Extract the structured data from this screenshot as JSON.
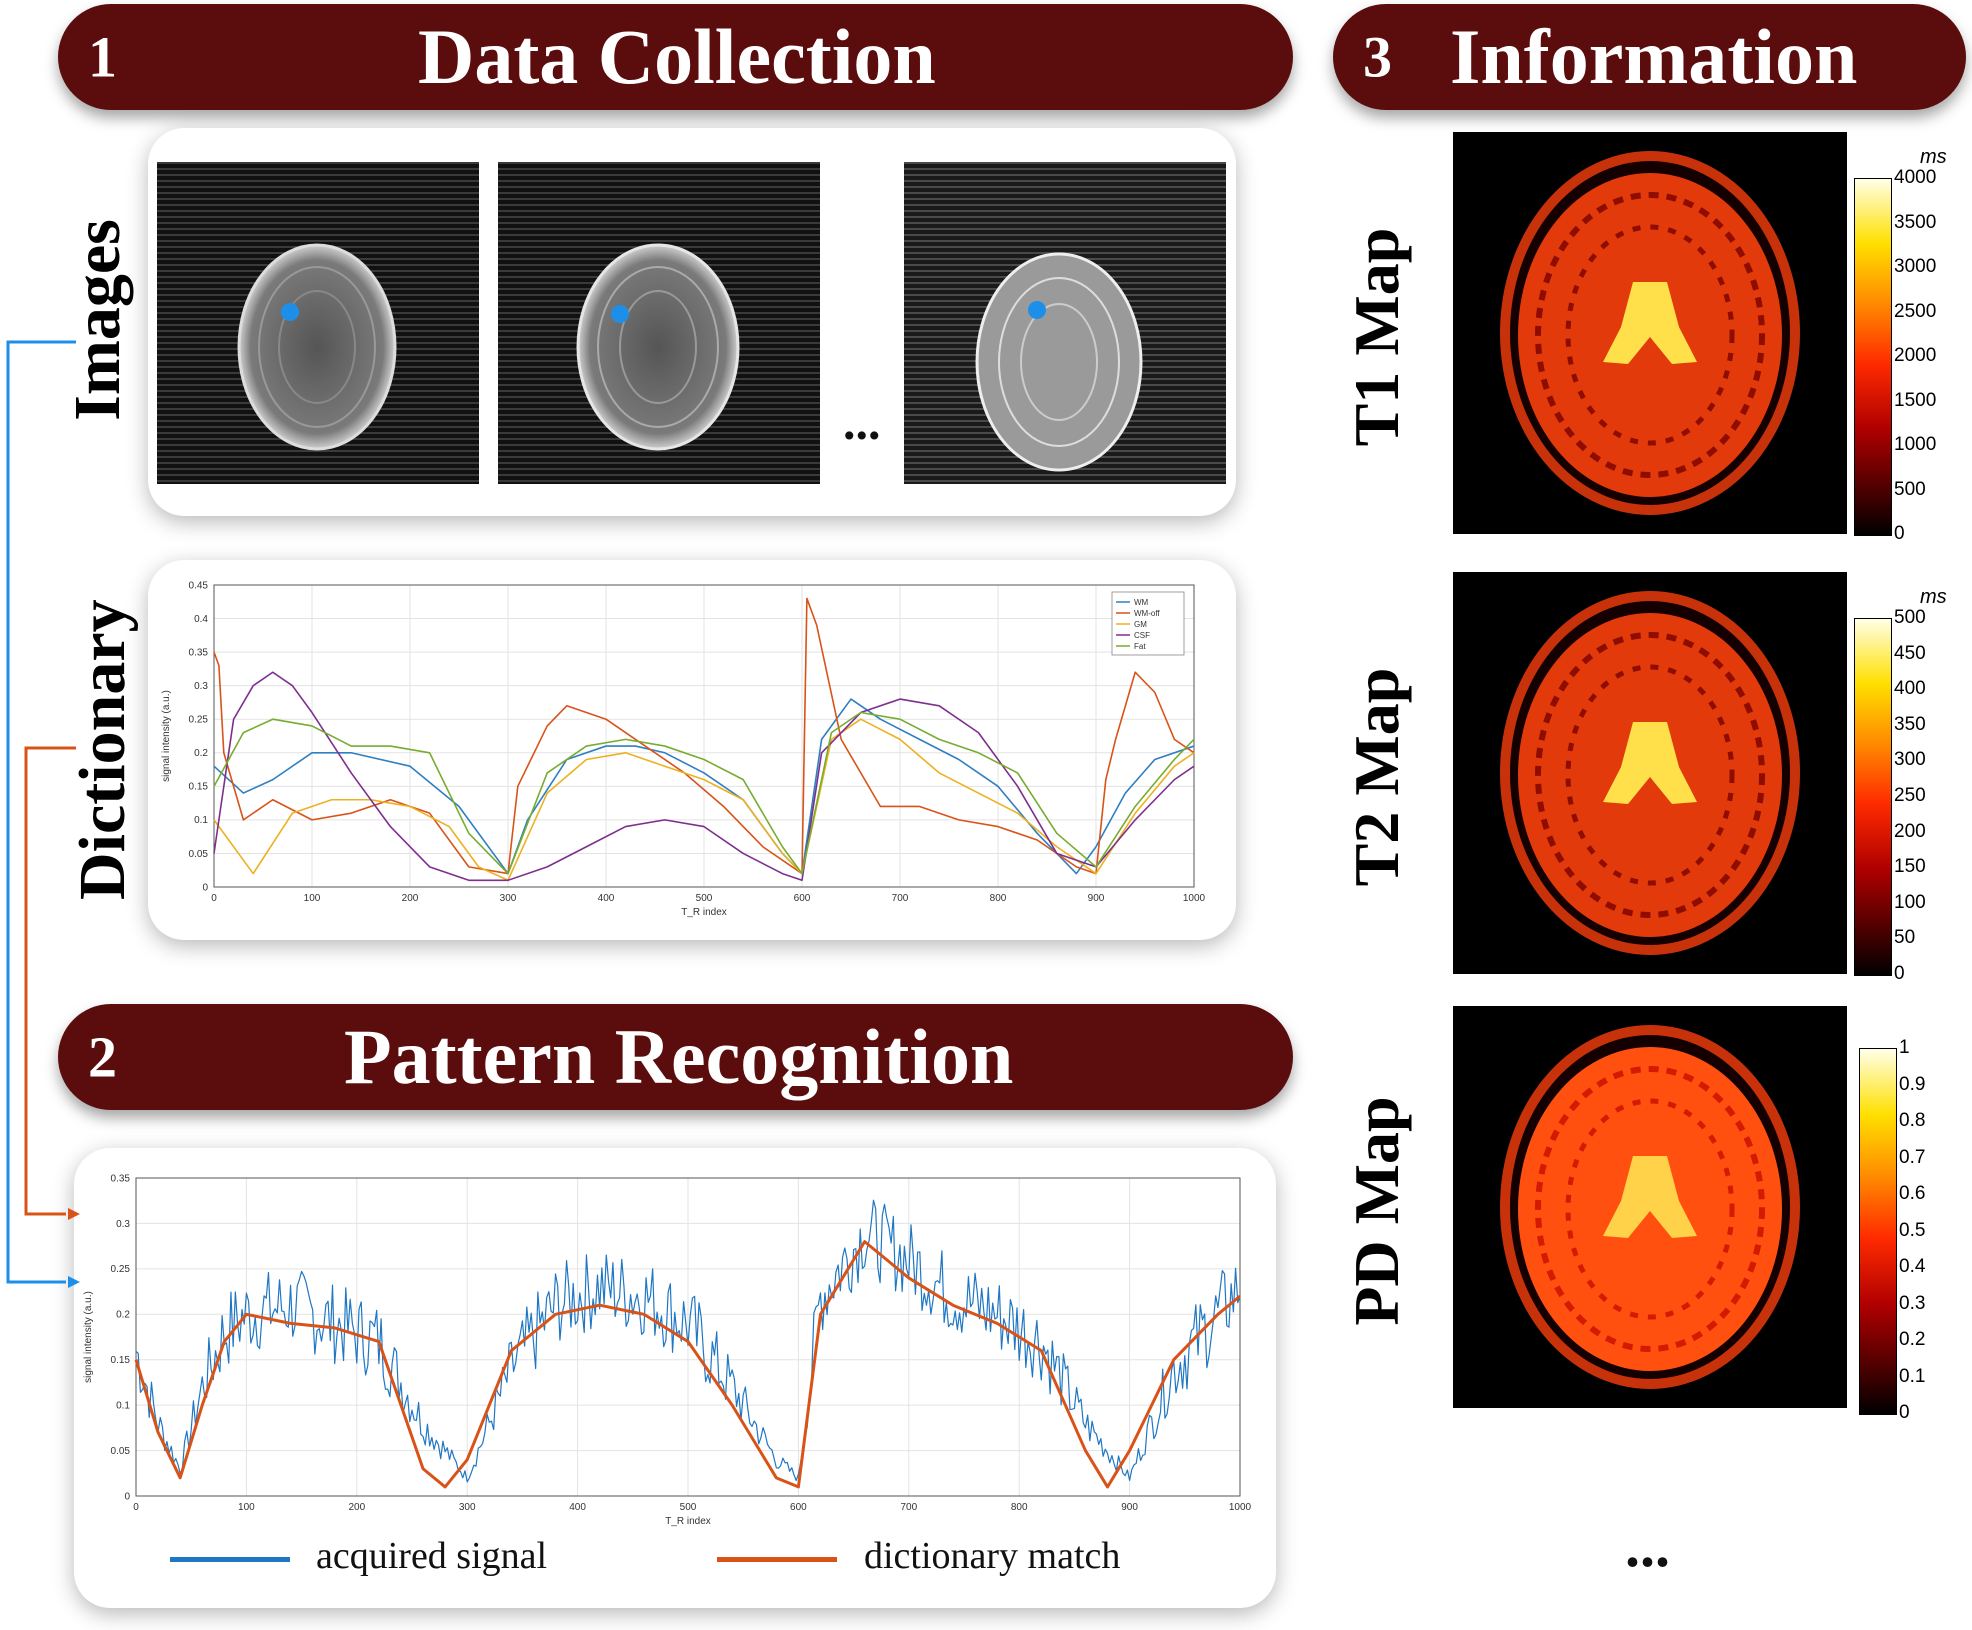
{
  "sections": {
    "s1": {
      "number": "1",
      "title": "Data Collection"
    },
    "s2": {
      "number": "2",
      "title": "Pattern Recognition"
    },
    "s3": {
      "number": "3",
      "title": "Information"
    }
  },
  "labels": {
    "images": "Images",
    "dictionary": "Dictionary",
    "ellipsis": "...",
    "maps_ellipsis": "..."
  },
  "maps": [
    {
      "label": "T1 Map",
      "unit": "ms",
      "ticks": [
        "4000",
        "3500",
        "3000",
        "2500",
        "2000",
        "1500",
        "1000",
        "500",
        "0"
      ]
    },
    {
      "label": "T2 Map",
      "unit": "ms",
      "ticks": [
        "500",
        "450",
        "400",
        "350",
        "300",
        "250",
        "200",
        "150",
        "100",
        "50",
        "0"
      ]
    },
    {
      "label": "PD Map",
      "unit": "",
      "ticks": [
        "1",
        "0.9",
        "0.8",
        "0.7",
        "0.6",
        "0.5",
        "0.4",
        "0.3",
        "0.2",
        "0.1",
        "0"
      ]
    }
  ],
  "legend": {
    "acquired": "acquired signal",
    "match": "dictionary match",
    "acquired_color": "#1f77c4",
    "match_color": "#d95319"
  },
  "colors": {
    "banner": "#5b0d0d",
    "arrow_blue": "#1e8fe8",
    "arrow_orange": "#d95319"
  },
  "chart_data": [
    {
      "type": "line",
      "xlabel": "T_R index",
      "ylabel": "signal intensity (a.u.)",
      "xlim": [
        0,
        1000
      ],
      "ylim": [
        0,
        0.45
      ],
      "xticks": [
        "0",
        "100",
        "200",
        "300",
        "400",
        "500",
        "600",
        "700",
        "800",
        "900",
        "1000"
      ],
      "yticks": [
        "0",
        "0.05",
        "0.1",
        "0.15",
        "0.2",
        "0.25",
        "0.3",
        "0.35",
        "0.4",
        "0.45"
      ],
      "grid": true,
      "legend_position": "top-right",
      "series": [
        {
          "name": "WM",
          "color": "#2f7fc1",
          "x": [
            0,
            30,
            60,
            100,
            140,
            200,
            250,
            300,
            320,
            360,
            400,
            430,
            460,
            500,
            540,
            580,
            600,
            620,
            650,
            680,
            720,
            760,
            800,
            840,
            880,
            900,
            930,
            960,
            1000
          ],
          "values": [
            0.18,
            0.14,
            0.16,
            0.2,
            0.2,
            0.18,
            0.12,
            0.02,
            0.1,
            0.19,
            0.21,
            0.21,
            0.2,
            0.17,
            0.13,
            0.05,
            0.02,
            0.22,
            0.28,
            0.25,
            0.22,
            0.19,
            0.15,
            0.08,
            0.02,
            0.06,
            0.14,
            0.19,
            0.21
          ]
        },
        {
          "name": "WM-off",
          "color": "#d95319",
          "x": [
            0,
            5,
            10,
            30,
            60,
            100,
            140,
            180,
            220,
            260,
            300,
            310,
            340,
            360,
            400,
            440,
            480,
            520,
            560,
            600,
            605,
            615,
            640,
            680,
            720,
            760,
            800,
            840,
            880,
            900,
            910,
            920,
            940,
            960,
            980,
            1000
          ],
          "values": [
            0.35,
            0.33,
            0.2,
            0.1,
            0.13,
            0.1,
            0.11,
            0.13,
            0.11,
            0.03,
            0.02,
            0.15,
            0.24,
            0.27,
            0.25,
            0.21,
            0.17,
            0.12,
            0.06,
            0.02,
            0.43,
            0.39,
            0.22,
            0.12,
            0.12,
            0.1,
            0.09,
            0.07,
            0.03,
            0.02,
            0.16,
            0.22,
            0.32,
            0.29,
            0.22,
            0.2
          ]
        },
        {
          "name": "GM",
          "color": "#edb120",
          "x": [
            0,
            40,
            80,
            120,
            160,
            200,
            240,
            270,
            300,
            340,
            380,
            420,
            460,
            500,
            540,
            580,
            600,
            630,
            660,
            700,
            740,
            780,
            820,
            860,
            900,
            940,
            980,
            1000
          ],
          "values": [
            0.1,
            0.02,
            0.11,
            0.13,
            0.13,
            0.12,
            0.09,
            0.03,
            0.01,
            0.14,
            0.19,
            0.2,
            0.18,
            0.16,
            0.13,
            0.05,
            0.02,
            0.22,
            0.25,
            0.22,
            0.17,
            0.14,
            0.11,
            0.06,
            0.02,
            0.11,
            0.18,
            0.2
          ]
        },
        {
          "name": "CSF",
          "color": "#7e2f8e",
          "x": [
            0,
            20,
            40,
            60,
            80,
            100,
            140,
            180,
            220,
            260,
            300,
            340,
            380,
            420,
            460,
            500,
            540,
            580,
            600,
            620,
            660,
            700,
            740,
            780,
            820,
            860,
            900,
            940,
            980,
            1000
          ],
          "values": [
            0.05,
            0.25,
            0.3,
            0.32,
            0.3,
            0.26,
            0.17,
            0.09,
            0.03,
            0.01,
            0.01,
            0.03,
            0.06,
            0.09,
            0.1,
            0.09,
            0.05,
            0.02,
            0.01,
            0.2,
            0.26,
            0.28,
            0.27,
            0.23,
            0.15,
            0.05,
            0.03,
            0.1,
            0.16,
            0.18
          ]
        },
        {
          "name": "Fat",
          "color": "#77ac30",
          "x": [
            0,
            30,
            60,
            100,
            140,
            180,
            220,
            260,
            300,
            340,
            380,
            420,
            460,
            500,
            540,
            580,
            600,
            630,
            660,
            700,
            740,
            780,
            820,
            860,
            900,
            940,
            980,
            1000
          ],
          "values": [
            0.15,
            0.23,
            0.25,
            0.24,
            0.21,
            0.21,
            0.2,
            0.08,
            0.02,
            0.17,
            0.21,
            0.22,
            0.21,
            0.19,
            0.16,
            0.06,
            0.02,
            0.23,
            0.26,
            0.25,
            0.22,
            0.2,
            0.17,
            0.08,
            0.03,
            0.12,
            0.19,
            0.22
          ]
        }
      ]
    },
    {
      "type": "line",
      "xlabel": "T_R index",
      "ylabel": "signal intensity (a.u.)",
      "xlim": [
        0,
        1000
      ],
      "ylim": [
        0,
        0.35
      ],
      "xticks": [
        "0",
        "100",
        "200",
        "300",
        "400",
        "500",
        "600",
        "700",
        "800",
        "900",
        "1000"
      ],
      "yticks": [
        "0",
        "0.05",
        "0.1",
        "0.15",
        "0.2",
        "0.25",
        "0.3",
        "0.35"
      ],
      "grid": true,
      "series": [
        {
          "name": "acquired signal",
          "color": "#1f77c4",
          "x": [
            0,
            20,
            40,
            60,
            80,
            100,
            140,
            180,
            220,
            260,
            300,
            340,
            380,
            420,
            460,
            500,
            540,
            580,
            600,
            620,
            660,
            700,
            740,
            780,
            820,
            860,
            900,
            940,
            980,
            1000
          ],
          "values": [
            0.16,
            0.08,
            0.03,
            0.12,
            0.18,
            0.2,
            0.21,
            0.19,
            0.17,
            0.08,
            0.02,
            0.14,
            0.21,
            0.23,
            0.22,
            0.19,
            0.12,
            0.04,
            0.02,
            0.22,
            0.29,
            0.26,
            0.22,
            0.2,
            0.17,
            0.08,
            0.02,
            0.14,
            0.2,
            0.23
          ]
        },
        {
          "name": "dictionary match",
          "color": "#d95319",
          "x": [
            0,
            20,
            40,
            60,
            80,
            100,
            140,
            180,
            220,
            260,
            280,
            300,
            340,
            380,
            420,
            460,
            500,
            540,
            580,
            600,
            620,
            660,
            700,
            740,
            780,
            820,
            860,
            880,
            900,
            940,
            980,
            1000
          ],
          "values": [
            0.15,
            0.07,
            0.02,
            0.1,
            0.17,
            0.2,
            0.19,
            0.185,
            0.17,
            0.03,
            0.01,
            0.04,
            0.16,
            0.2,
            0.21,
            0.2,
            0.17,
            0.1,
            0.02,
            0.01,
            0.2,
            0.28,
            0.24,
            0.21,
            0.19,
            0.16,
            0.05,
            0.01,
            0.05,
            0.15,
            0.2,
            0.22
          ]
        }
      ]
    }
  ]
}
